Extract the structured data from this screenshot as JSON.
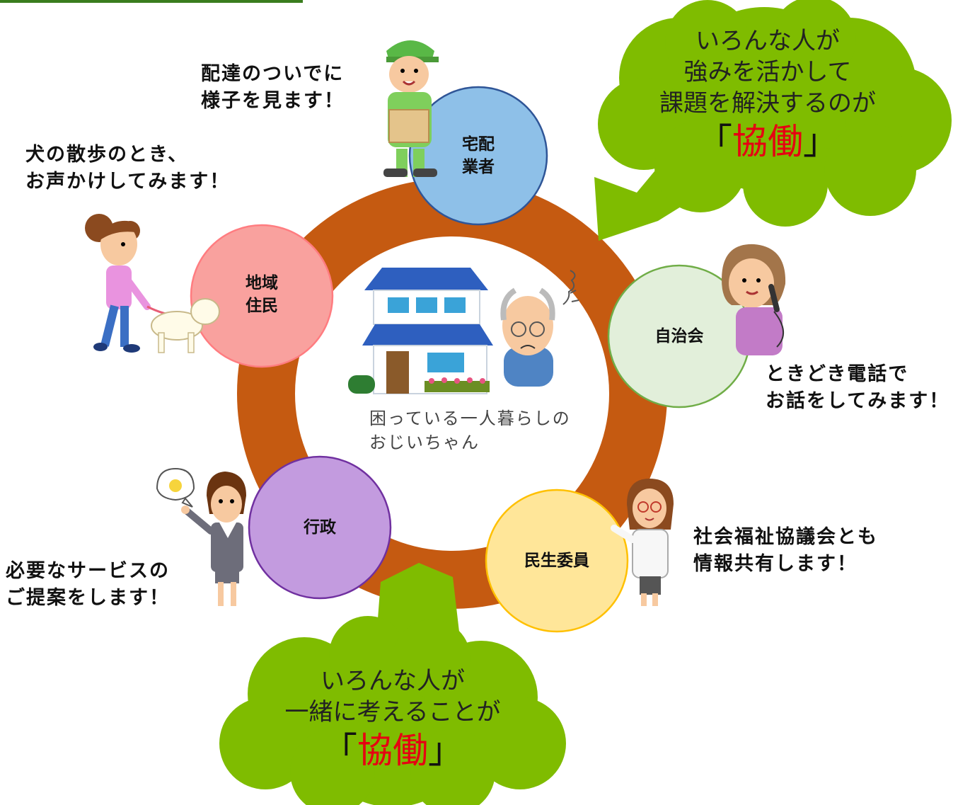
{
  "nodes": {
    "delivery": "宅配\n業者",
    "jichikai": "自治会",
    "minsei": "民生委員",
    "gyosei": "行政",
    "chiiki": "地域\n住民"
  },
  "speech": {
    "delivery": "配達のついでに\n様子を見ます！",
    "chiiki": "犬の散歩のとき、\nお声かけしてみます！",
    "jichikai": "ときどき電話で\nお話をしてみます！",
    "minsei": "社会福祉協議会とも\n情報共有します！",
    "gyosei": "必要なサービスの\nご提案をします！"
  },
  "center_caption": "困っている一人暮らしの\nおじいちゃん",
  "cloud_top": {
    "line1": "いろんな人が",
    "line2": "強みを活かして",
    "line3": "課題を解決するのが",
    "open": "「",
    "word": "協働",
    "close": "」"
  },
  "cloud_bottom": {
    "line1": "いろんな人が",
    "line2": "一緒に考えることが",
    "open": "「",
    "word": "協働",
    "close": "」"
  },
  "colors": {
    "ring": "#c55a11",
    "cloud": "#7fbc00",
    "delivery": "#8ec0e8",
    "jichikai": "#e2efda",
    "minsei": "#ffe699",
    "gyosei": "#c39bdf",
    "chiiki": "#f9a19e",
    "accent_red": "#e60012"
  }
}
